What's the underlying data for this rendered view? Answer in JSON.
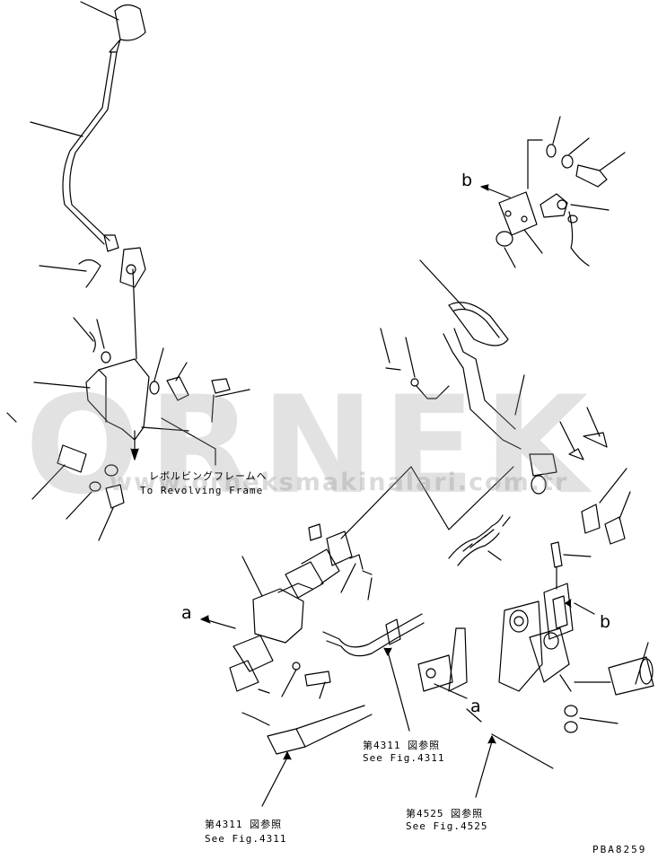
{
  "watermark": {
    "main": "ORNEK",
    "url": "www.orneksmakinalari.com.tr"
  },
  "labels": {
    "revolving_jp": "レボルビングフレームへ",
    "revolving_en": "To Revolving Frame",
    "ref_4311_a_jp": "第4311 図参照",
    "ref_4311_a_en": "See Fig.4311",
    "ref_4525_jp": "第4525 図参照",
    "ref_4525_en": "See Fig.4525",
    "ref_4311_b_jp": "第4311 図参照",
    "ref_4311_b_en": "See Fig.4311",
    "arrow_b_top": "b",
    "arrow_b_right": "b",
    "arrow_a_left": "a",
    "arrow_a_bottom": "a",
    "code": "PBA8259"
  }
}
